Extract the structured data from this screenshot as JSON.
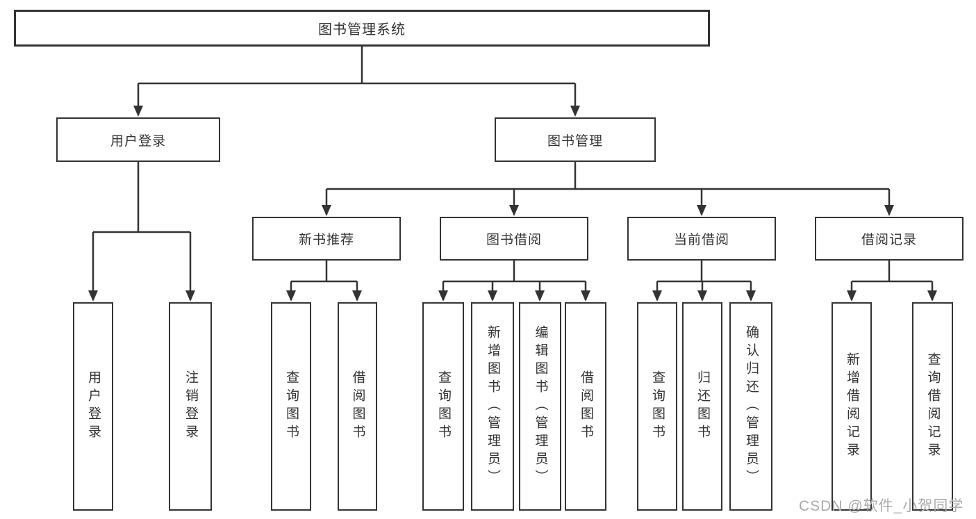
{
  "tree": {
    "root": "图书管理系统",
    "branches": [
      {
        "label": "用户登录",
        "children": [
          "用户登录",
          "注销登录"
        ]
      },
      {
        "label": "图书管理",
        "groups": [
          {
            "label": "新书推荐",
            "children": [
              "查询图书",
              "借阅图书"
            ]
          },
          {
            "label": "图书借阅",
            "children": [
              "查询图书",
              "新增图书（管理员）",
              "编辑图书（管理员）",
              "借阅图书"
            ]
          },
          {
            "label": "当前借阅",
            "children": [
              "查询图书",
              "归还图书",
              "确认归还（管理员）"
            ]
          },
          {
            "label": "借阅记录",
            "children": [
              "新增借阅记录",
              "查询借阅记录"
            ]
          }
        ]
      }
    ]
  },
  "watermark": {
    "text": "CSDN @软件_小贺同学"
  },
  "colors": {
    "line_color": "#333333",
    "box_border": "#333333",
    "text_color": "#333333",
    "watermark_color": "#ababab",
    "bg_color": "#ffffff"
  }
}
